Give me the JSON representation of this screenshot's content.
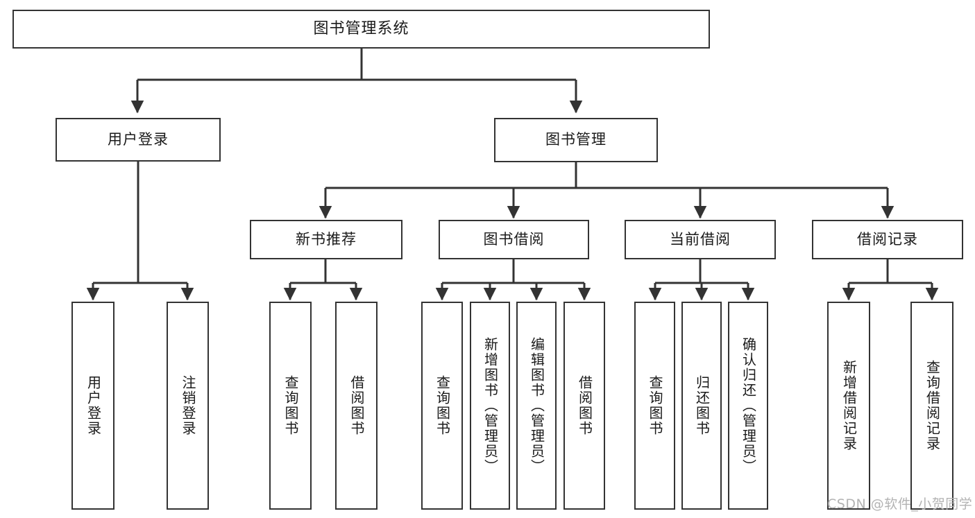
{
  "diagram": {
    "title": "图书管理系统",
    "type": "tree-diagram",
    "orientation": "top-down",
    "colors": {
      "box_border": "#333333",
      "box_fill": "#ffffff",
      "connector": "#333333",
      "text": "#1a1a1a",
      "watermark": "#b3b3b3",
      "background": "#ffffff"
    }
  },
  "watermark": {
    "text": "CSDN @软件_小贺同学"
  },
  "nodes": {
    "root": {
      "label": "图书管理系统",
      "level": 0,
      "orientation": "horizontal"
    },
    "l1": [
      {
        "id": "user-login",
        "label": "用户登录",
        "level": 1,
        "orientation": "horizontal"
      },
      {
        "id": "book-management",
        "label": "图书管理",
        "level": 1,
        "orientation": "horizontal"
      }
    ],
    "l2": [
      {
        "id": "new-book-recommend",
        "label": "新书推荐",
        "level": 2,
        "orientation": "horizontal",
        "parent": "book-management"
      },
      {
        "id": "book-borrow",
        "label": "图书借阅",
        "level": 2,
        "orientation": "horizontal",
        "parent": "book-management"
      },
      {
        "id": "current-borrow",
        "label": "当前借阅",
        "level": 2,
        "orientation": "horizontal",
        "parent": "book-management"
      },
      {
        "id": "borrow-record",
        "label": "借阅记录",
        "level": 2,
        "orientation": "horizontal",
        "parent": "book-management"
      }
    ],
    "leaves": [
      {
        "id": "leaf-user-login",
        "label": "用户登录",
        "parent": "user-login",
        "orientation": "vertical"
      },
      {
        "id": "leaf-logout-login",
        "label": "注销登录",
        "parent": "user-login",
        "orientation": "vertical"
      },
      {
        "id": "leaf-query-book-1",
        "label": "查询图书",
        "parent": "new-book-recommend",
        "orientation": "vertical"
      },
      {
        "id": "leaf-borrow-book-1",
        "label": "借阅图书",
        "parent": "new-book-recommend",
        "orientation": "vertical"
      },
      {
        "id": "leaf-query-book-2",
        "label": "查询图书",
        "parent": "book-borrow",
        "orientation": "vertical"
      },
      {
        "id": "leaf-add-book",
        "label": "新增图书（管理员）",
        "parent": "book-borrow",
        "orientation": "vertical"
      },
      {
        "id": "leaf-edit-book",
        "label": "编辑图书（管理员）",
        "parent": "book-borrow",
        "orientation": "vertical"
      },
      {
        "id": "leaf-borrow-book-2",
        "label": "借阅图书",
        "parent": "book-borrow",
        "orientation": "vertical"
      },
      {
        "id": "leaf-query-book-3",
        "label": "查询图书",
        "parent": "current-borrow",
        "orientation": "vertical"
      },
      {
        "id": "leaf-return-book",
        "label": "归还图书",
        "parent": "current-borrow",
        "orientation": "vertical"
      },
      {
        "id": "leaf-confirm-return",
        "label": "确认归还（管理员）",
        "parent": "current-borrow",
        "orientation": "vertical"
      },
      {
        "id": "leaf-add-record",
        "label": "新增借阅记录",
        "parent": "borrow-record",
        "orientation": "vertical"
      },
      {
        "id": "leaf-query-record",
        "label": "查询借阅记录",
        "parent": "borrow-record",
        "orientation": "vertical"
      }
    ]
  }
}
